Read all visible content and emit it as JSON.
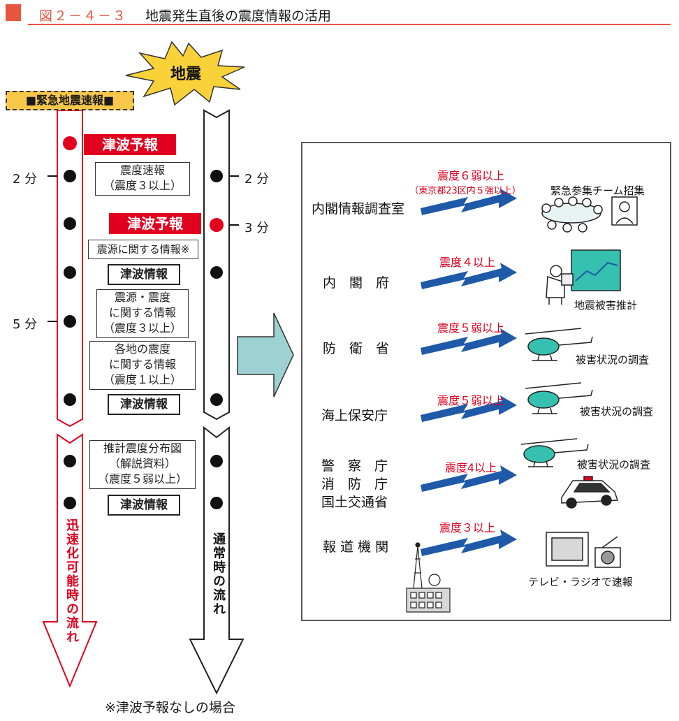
{
  "header": {
    "figure_number": "図２－４－３",
    "title": "地震発生直後の震度情報の活用"
  },
  "earthquake_label": "地震",
  "emergency_label": "■緊急地震速報■",
  "left_flow": {
    "tsunami_forecast_1": "津波予報",
    "time_2min": "2 分",
    "time_5min": "5 分",
    "box_shindo_sokuho": "震度速報\n（震度３以上）",
    "tsunami_forecast_2": "津波予報",
    "box_shingen": "震源に関する情報※",
    "tsunami_info_1": "津波情報",
    "box_shingen_shindo": "震源・震度\nに関する情報\n（震度３以上）",
    "box_kakuchi": "各地の震度\nに関する情報\n（震度１以上）",
    "tsunami_info_2": "津波情報",
    "box_suikei": "推計震度分布図\n（解説資料）\n（震度５弱以上）",
    "tsunami_info_3": "津波情報",
    "rapid_label": "迅速化可能時の流れ",
    "normal_label": "通常時の流れ",
    "right_time_2min": "2 分",
    "right_time_3min": "3 分"
  },
  "agencies": [
    {
      "name": "内閣情報調査室",
      "condition": "震度６弱以上",
      "sub_condition": "（東京都23区内５強以上）",
      "action": "緊急参集チーム招集",
      "icon": "meeting-icon"
    },
    {
      "name": "内　閣　府",
      "condition": "震度４以上",
      "action": "地震被害推計",
      "icon": "computer-icon"
    },
    {
      "name": "防　衛　省",
      "condition": "震度５弱以上",
      "action": "被害状況の調査",
      "icon": "helicopter-icon"
    },
    {
      "name": "海上保安庁",
      "condition": "震度５弱以上",
      "action": "被害状況の調査",
      "icon": "helicopter-icon"
    },
    {
      "name": "警　察　庁\n消　防　庁\n国土交通省",
      "condition": "震度4以上",
      "action": "被害状況の調査",
      "icon": "police-helicopter-icon"
    },
    {
      "name": "報 道 機 関",
      "condition": "震度３以上",
      "action": "テレビ・ラジオで速報",
      "icon": "broadcast-icon"
    }
  ],
  "footnote": "※津波予報なしの場合",
  "colors": {
    "accent": "#e8553e",
    "alert_red": "#e1001e",
    "arrow_blue": "#1e5aa8",
    "big_arrow": "#9ed1d1",
    "emergency_yellow": "#f9c84a"
  }
}
